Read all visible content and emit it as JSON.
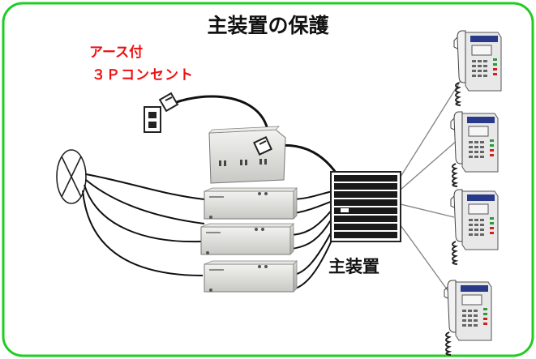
{
  "title": "主装置の保護",
  "outlet_label_line1": "アース付",
  "outlet_label_line2": "３Ｐコンセント",
  "main_unit_label": "主装置",
  "colors": {
    "frame_border": "#22cc22",
    "outlet_label": "#ee1111",
    "text": "#111111",
    "cable": "#111111",
    "phone_line": "#888888"
  }
}
